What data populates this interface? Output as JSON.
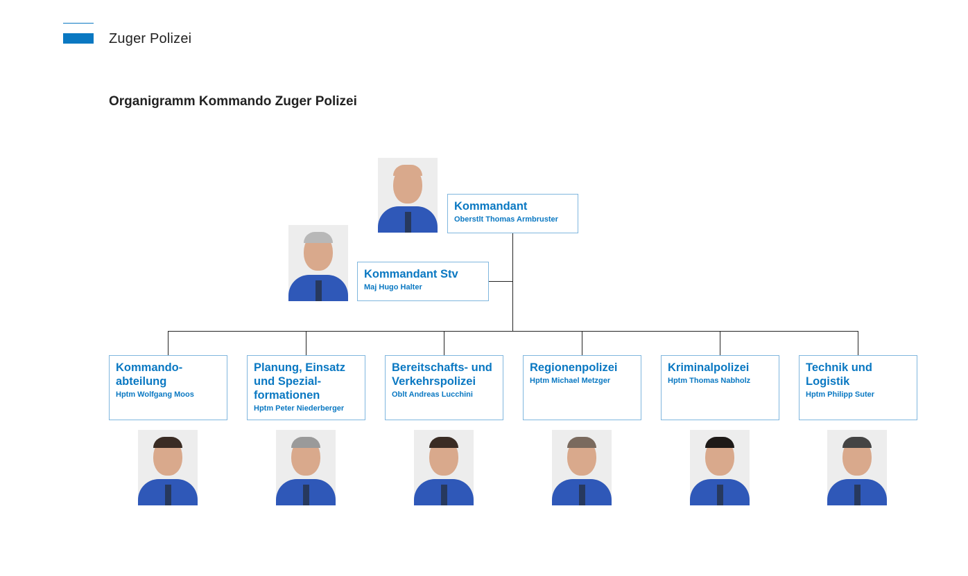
{
  "header": {
    "brand": "Zuger Polizei"
  },
  "title": "Organigramm Kommando Zuger Polizei",
  "commander": {
    "title": "Kommandant",
    "name": "Oberstlt Thomas Armbruster"
  },
  "deputy": {
    "title": "Kommandant Stv",
    "name": "Maj Hugo Halter"
  },
  "departments": [
    {
      "title": "Kommando-\nabteilung",
      "name": "Hptm Wolfgang Moos"
    },
    {
      "title": "Planung, Einsatz\nund Spezial-\nformationen",
      "name": "Hptm Peter Niederberger"
    },
    {
      "title": "Bereitschafts- und\nVerkehrspolizei",
      "name": "Oblt Andreas Lucchini"
    },
    {
      "title": "Regionenpolizei",
      "name": "Hptm Michael Metzger"
    },
    {
      "title": "Kriminalpolizei",
      "name": "Hptm Thomas Nabholz"
    },
    {
      "title": "Technik und\nLogistik",
      "name": "Hptm Philipp Suter"
    }
  ],
  "colors": {
    "accent": "#0a78c2",
    "border": "#7fb6de"
  }
}
